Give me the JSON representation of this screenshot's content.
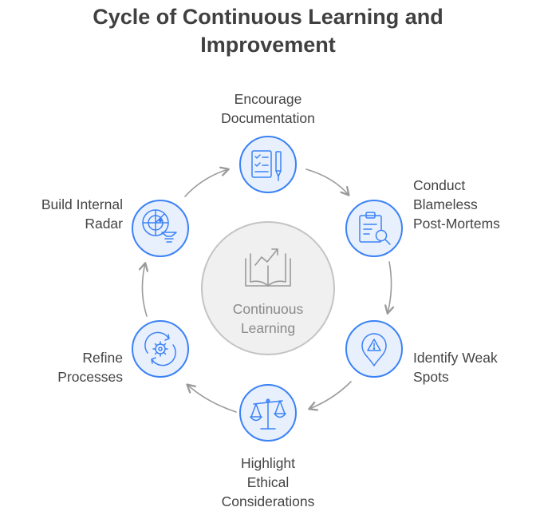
{
  "title": {
    "line1": "Cycle of Continuous Learning and",
    "line2": "Improvement"
  },
  "center": {
    "line1": "Continuous",
    "line2": "Learning",
    "icon": "book-growth-icon"
  },
  "steps": [
    {
      "lines": [
        "Encourage",
        "Documentation"
      ],
      "icon": "checklist-pen-icon"
    },
    {
      "lines": [
        "Conduct",
        "Blameless",
        "Post-Mortems"
      ],
      "icon": "clipboard-search-icon"
    },
    {
      "lines": [
        "Identify Weak",
        "Spots"
      ],
      "icon": "warning-pin-icon"
    },
    {
      "lines": [
        "Highlight",
        "Ethical",
        "Considerations"
      ],
      "icon": "balance-scale-icon"
    },
    {
      "lines": [
        "Refine",
        "Processes"
      ],
      "icon": "gear-cycle-icon"
    },
    {
      "lines": [
        "Build Internal",
        "Radar"
      ],
      "icon": "radar-icon"
    }
  ],
  "colors": {
    "node_fill": "#e8f0fd",
    "node_stroke": "#3b82f6",
    "center_fill": "#f0f0f0",
    "center_stroke": "#c4c4c4",
    "arrow": "#9a9a9a",
    "text": "#444444",
    "title": "#404040"
  }
}
